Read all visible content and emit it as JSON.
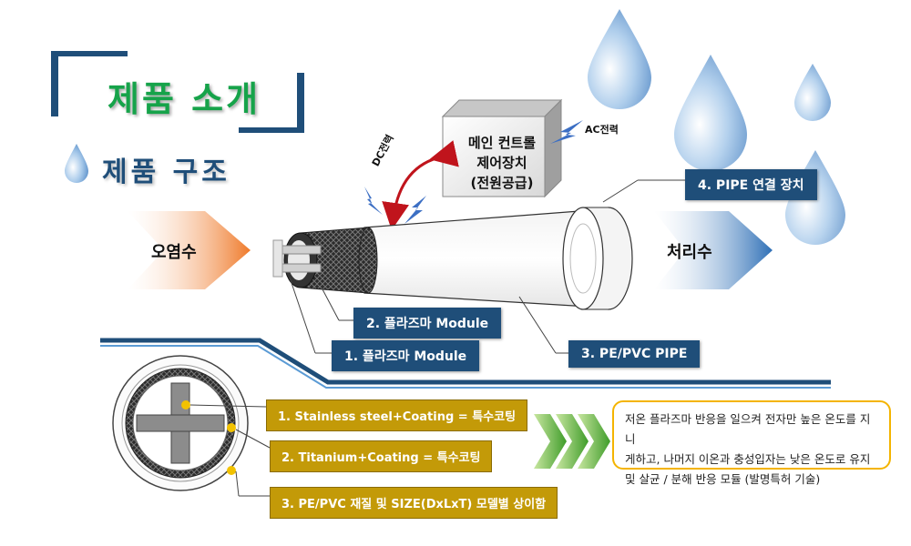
{
  "header": {
    "title": "제품 소개",
    "subtitle": "제품 구조"
  },
  "diagram": {
    "control_box": {
      "line1": "메인 컨트롤",
      "line2": "제어장치",
      "line3": "(전원공급)"
    },
    "ac_label": "AC전력",
    "dc_label": "DC전력",
    "input_label": "오염수",
    "output_label": "처리수",
    "callouts": {
      "pipe_connector": "4. PIPE 연결 장치",
      "plasma_module_2": "2. 플라즈마 Module",
      "plasma_module_1": "1. 플라즈마 Module",
      "pe_pvc_pipe": "3. PE/PVC PIPE"
    }
  },
  "cross_section": {
    "labels": [
      "1. Stainless steel+Coating = 특수코팅",
      "2. Titanium+Coating = 특수코팅",
      "3. PE/PVC 재질 및 SIZE(DxLxT) 모델별 상이함"
    ]
  },
  "description": {
    "line1": "저온 플라즈마 반응을 일으켜 전자만 높은 온도를 지니",
    "line2": "게하고, 나머지 이온과 충성입자는 낮은 온도로 유지",
    "line3": "및 살균 / 분해 반응 모듈 (발명특허 기술)"
  },
  "colors": {
    "title_green": "#16a34a",
    "navy": "#1f4e79",
    "gold": "#c39a08",
    "desc_border": "#f4b400",
    "input_orange": "#f07a2a",
    "output_blue": "#2e6fb6"
  }
}
